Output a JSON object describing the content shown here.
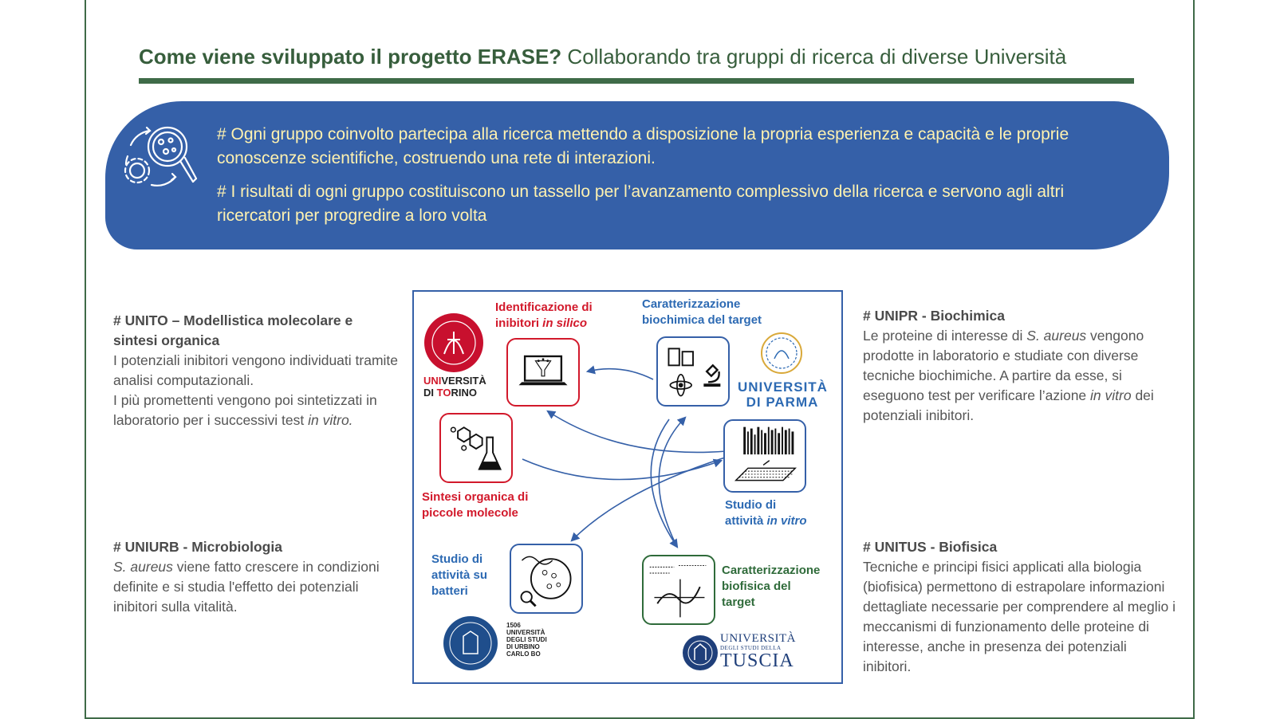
{
  "title": {
    "question": "Come viene sviluppato il progetto ERASE?",
    "answer": "Collaborando tra gruppi di ricerca di diverse Università"
  },
  "banner": {
    "icon": "research-magnifier-gears-icon",
    "line1": "# Ogni gruppo coinvolto partecipa alla ricerca mettendo a disposizione la propria esperienza e capacità e le proprie conoscenze scientifiche, costruendo una rete di interazioni.",
    "line2": "# I risultati di ogni gruppo costituiscono un tassello per l’avanzamento complessivo della ricerca e servono agli altri ricercatori per progredire a loro volta"
  },
  "groups": {
    "unito": {
      "heading": "# UNITO – Modellistica molecolare e sintesi organica",
      "text1": "I potenziali inibitori vengono individuati tramite analisi computazionali.",
      "text2": "I più promettenti vengono poi sintetizzati in laboratorio per i successivi test ",
      "text2_italic": "in vitro."
    },
    "uniurb": {
      "heading": "# UNIURB - Microbiologia",
      "italic": "S. aureus",
      "text": " viene fatto crescere in condizioni definite e si studia l'effetto dei potenziali inibitori sulla vitalità."
    },
    "unipr": {
      "heading": "# UNIPR - Biochimica",
      "text_a": "Le proteine di interesse di ",
      "italic_a": "S. aureus",
      "text_b": " vengono prodotte in laboratorio e studiate con diverse tecniche biochimiche. A partire da esse, si eseguono test per verificare l’azione ",
      "italic_b": "in vitro",
      "text_c": " dei potenziali inibitori."
    },
    "unitus": {
      "heading": "# UNITUS - Biofisica",
      "text": "Tecniche e principi fisici applicati alla biologia (biofisica) permettono di estrapolare informazioni dettagliate necessarie per comprendere al meglio i meccanismi di funzionamento delle proteine di interesse, anche in presenza dei potenziali inibitori."
    }
  },
  "diagram": {
    "insilico_1": "Identificazione di",
    "insilico_2": "inibitori ",
    "insilico_italic": "in silico",
    "biochem_1": "Caratterizzazione",
    "biochem_2": "biochimica del target",
    "synth_1": "Sintesi organica di",
    "synth_2": "piccole molecole",
    "invitro_1": "Studio di",
    "invitro_2": "attività ",
    "invitro_italic": "in vitro",
    "bact_1": "Studio di",
    "bact_2": "attività su",
    "bact_3": "batteri",
    "biophys_1": "Caratterizzazione",
    "biophys_2": "biofisica del",
    "biophys_3": "target",
    "logos": {
      "torino_a": "UNI",
      "torino_b": "VERSITÀ",
      "torino_c": "DI ",
      "torino_d": "TO",
      "torino_e": "RINO",
      "parma_1": "UNIVERSITÀ",
      "parma_2": "DI PARMA",
      "urbino_year": "1506",
      "urbino_1": "UNIVERSITÀ",
      "urbino_2": "DEGLI STUDI",
      "urbino_3": "DI URBINO",
      "urbino_4": "CARLO BO",
      "tuscia_1": "UNIVERSITÀ",
      "tuscia_2": "DEGLI STUDI DELLA",
      "tuscia_3": "TUSCIA"
    }
  },
  "colors": {
    "green": "#3f6b48",
    "banner_blue": "#3560a8",
    "banner_text": "#fff2b0",
    "red": "#d2192b",
    "blue": "#2d6ab3"
  }
}
